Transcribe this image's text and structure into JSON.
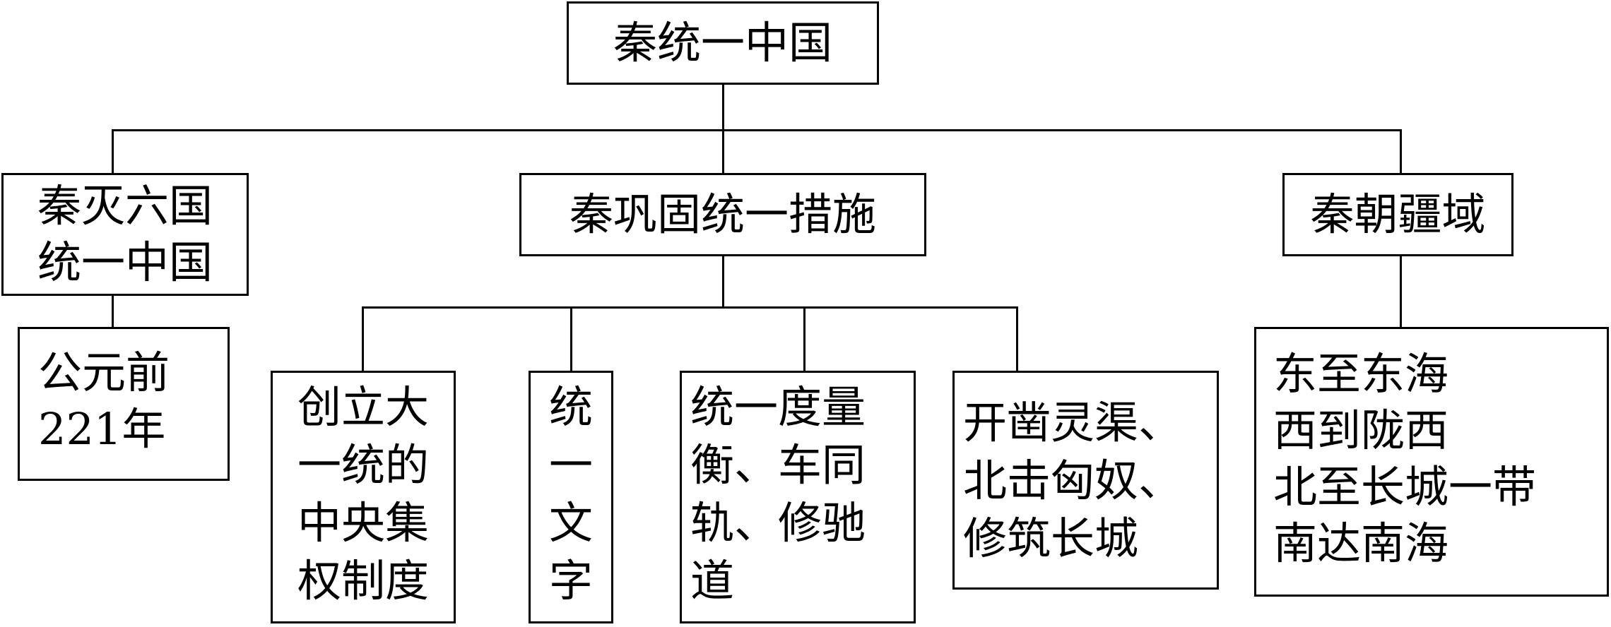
{
  "root": {
    "label": "秦统一中国"
  },
  "branches": {
    "unify": {
      "lines": [
        "秦灭六国",
        "统一中国"
      ]
    },
    "measures": {
      "label": "秦巩固统一措施"
    },
    "territory": {
      "label": "秦朝疆域"
    }
  },
  "leaves": {
    "date": {
      "lines": [
        "公元前",
        "221年"
      ]
    },
    "system": {
      "lines": [
        "创立大",
        "一统的",
        "中央集",
        "权制度"
      ]
    },
    "writing": {
      "lines": [
        "统",
        "一",
        "文",
        "字"
      ]
    },
    "standards": {
      "lines": [
        "统一度量",
        "衡、车同",
        "轨、修驰",
        "道"
      ]
    },
    "works": {
      "lines": [
        "开凿灵渠、",
        "北击匈奴、",
        "修筑长城"
      ]
    },
    "extent": {
      "lines": [
        "东至东海",
        "西到陇西",
        "北至长城一带",
        "南达南海"
      ]
    }
  }
}
